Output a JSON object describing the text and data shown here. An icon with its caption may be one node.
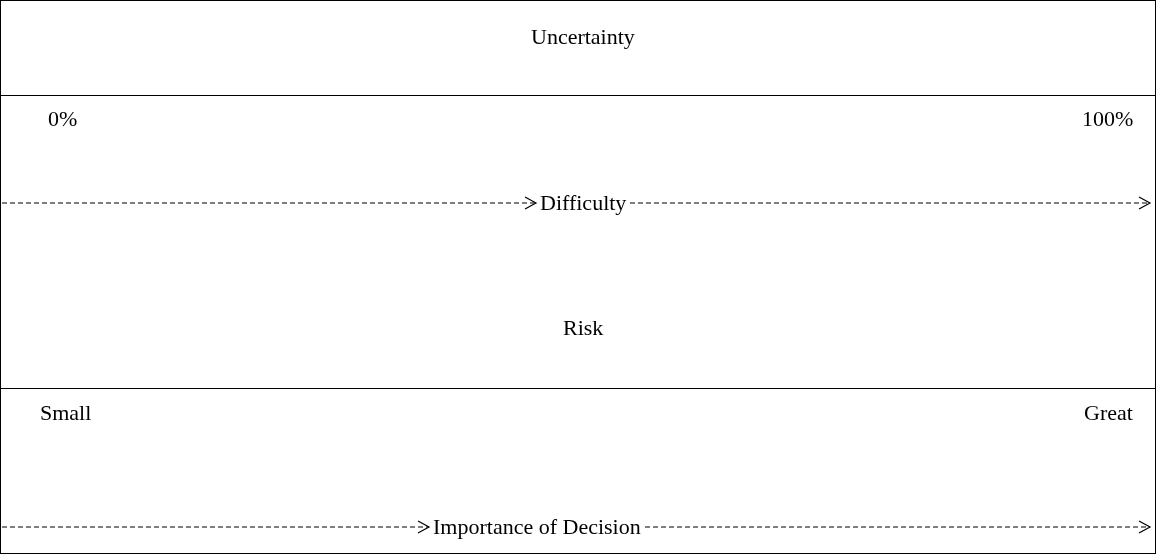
{
  "diagram": {
    "nodes": [
      {
        "text": [
          "Difficulty"
        ]
      },
      {
        "text": [
          "Importance of Decision"
        ]
      }
    ],
    "edges": [
      {
        "from": null,
        "to": 0,
        "arrow": "to",
        "style": "dashed"
      },
      {
        "from": 0,
        "to": null,
        "arrow": "to",
        "style": "dashed"
      },
      {
        "from": null,
        "to": 1,
        "arrow": "to",
        "style": "dashed"
      },
      {
        "from": 1,
        "to": null,
        "arrow": "to",
        "style": "dashed"
      }
    ],
    "labels": [
      "Uncertainty",
      "0%",
      "100%",
      "Risk",
      "Small",
      "Great"
    ]
  }
}
